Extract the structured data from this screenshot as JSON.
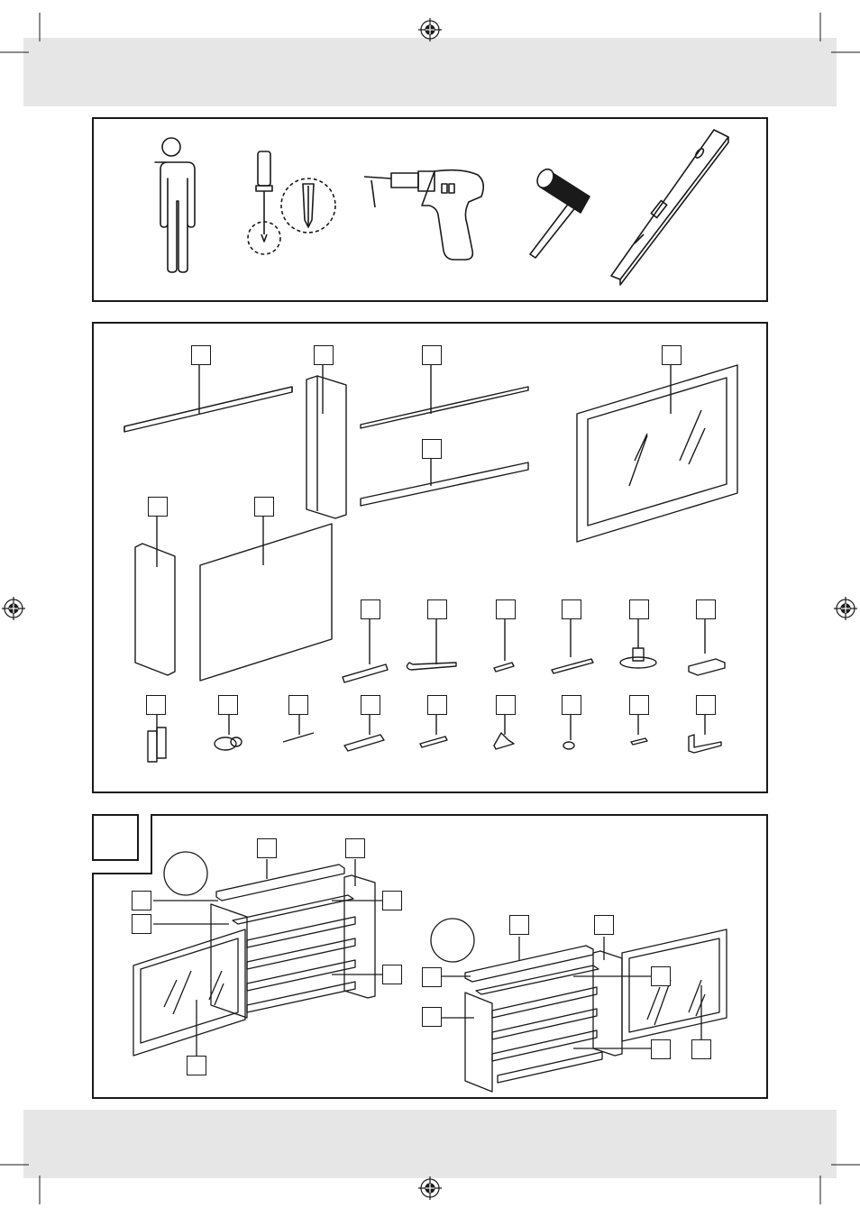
{
  "page": {
    "sections": [
      "tools",
      "parts",
      "assembly-step"
    ]
  },
  "tools": [
    {
      "icon": "person-icon"
    },
    {
      "icon": "screwdriver-icon"
    },
    {
      "icon": "drill-icon"
    },
    {
      "icon": "mallet-icon"
    },
    {
      "icon": "spirit-level-icon"
    }
  ],
  "parts": {
    "panels": [
      "top-board",
      "side-panel",
      "glass-shelf",
      "shelf-board",
      "mirror-door",
      "side-panel-short",
      "back-panel"
    ],
    "hardware_row1": [
      "wall-plug-screw-icon",
      "allen-key-icon",
      "short-screw-icon",
      "long-screw-icon",
      "dowel-cap-icon",
      "mounting-bracket-icon"
    ],
    "hardware_row2": [
      "hinge-plate-icon",
      "cam-lock-icon",
      "nail-icon",
      "wall-plug-icon",
      "wood-screw-icon",
      "shelf-support-icon",
      "washer-icon",
      "small-screw-icon",
      "angle-bracket-icon"
    ]
  },
  "step": {
    "views": [
      "assembly-left-icon",
      "assembly-right-icon"
    ]
  }
}
